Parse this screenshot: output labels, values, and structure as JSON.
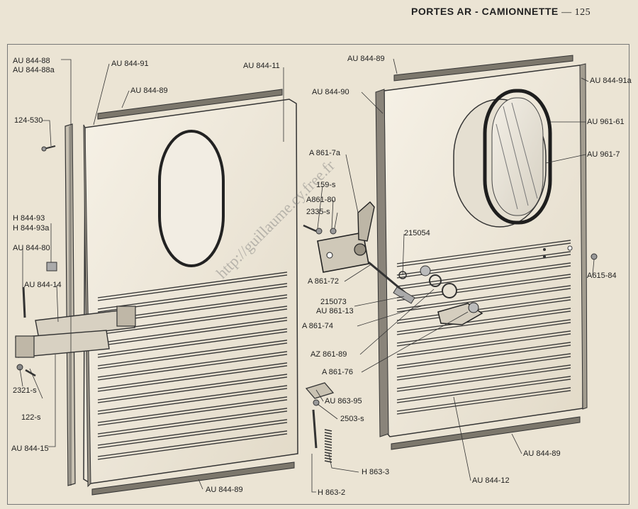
{
  "header": {
    "title": "PORTES AR - CAMIONNETTE",
    "page_number": "— 125"
  },
  "watermark": "http://guillaume.cy.free.fr",
  "callouts": {
    "au_844_88": "AU 844-88",
    "au_844_88a": "AU 844-88a",
    "au_844_91": "AU 844-91",
    "au_844_11": "AU 844-11",
    "au_844_89_left_top": "AU 844-89",
    "s_124_530": "124-530",
    "h_844_93": "H 844-93",
    "h_844_93a": "H 844-93a",
    "au_844_80": "AU 844-80",
    "au_844_14": "AU 844-14",
    "s_2321": "2321-s",
    "s_122": "122-s",
    "au_844_15": "AU 844-15",
    "au_844_89_left_bottom": "AU 844-89",
    "au_844_89_right_top": "AU 844-89",
    "au_844_90": "AU 844-90",
    "au_844_91a": "AU 844-91a",
    "au_961_61": "AU 961-61",
    "au_961_7": "AU 961-7",
    "a_861_7a": "A 861-7a",
    "s_159": "159-s",
    "a_861_80": "A861-80",
    "s_2335": "2335-s",
    "n_215054": "215054",
    "a_861_72": "A 861-72",
    "n_215073": "215073",
    "au_861_13": "AU 861-13",
    "a_861_74": "A 861-74",
    "az_861_89": "AZ 861-89",
    "a_861_76": "A 861-76",
    "a_615_84": "A615-84",
    "au_863_95": "AU 863-95",
    "s_2503": "2503-s",
    "h_863_3": "H 863-3",
    "h_863_2": "H 863-2",
    "au_844_12": "AU 844-12",
    "au_844_89_right_bottom": "AU 844-89"
  }
}
